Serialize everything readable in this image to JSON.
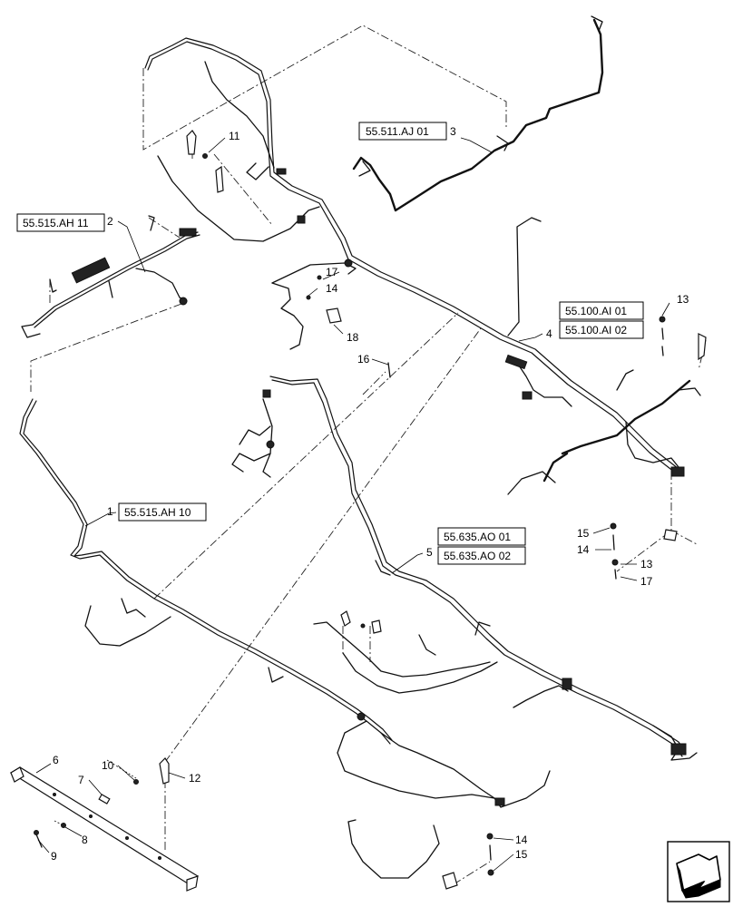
{
  "callouts": {
    "c1": "1",
    "c2": "2",
    "c3": "3",
    "c4": "4",
    "c5": "5",
    "c6": "6",
    "c7": "7",
    "c8": "8",
    "c9": "9",
    "c10": "10",
    "c11": "11",
    "c12": "12",
    "c13a": "13",
    "c13b": "13",
    "c14a": "14",
    "c14b": "14",
    "c14c": "14",
    "c15a": "15",
    "c15b": "15",
    "c16": "16",
    "c17a": "17",
    "c17b": "17",
    "c18": "18"
  },
  "references": {
    "ref_aj01": "55.511.AJ 01",
    "ref_ah11": "55.515.AH 11",
    "ref_ai01": "55.100.AI 01",
    "ref_ai02": "55.100.AI 02",
    "ref_ah10": "55.515.AH 10",
    "ref_ao01": "55.635.AO 01",
    "ref_ao02": "55.635.AO 02"
  },
  "icons": {
    "nav": "next-page-arrow-icon"
  }
}
